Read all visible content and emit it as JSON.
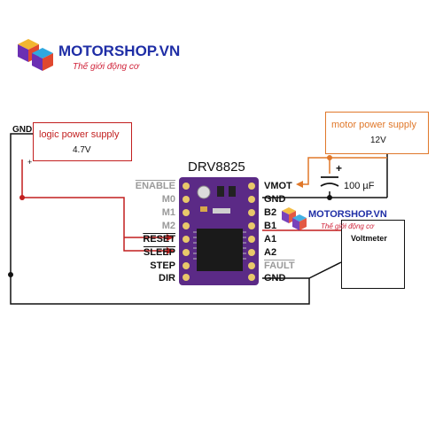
{
  "brand": {
    "name": "MOTORSHOP.VN",
    "tagline": "Thế giới động cơ",
    "logo_colors": [
      "#6b2fb3",
      "#e0482f",
      "#2fa8e0",
      "#f2b631"
    ]
  },
  "watermark": {
    "name": "MOTORSHOP.VN",
    "tagline": "Thế giới động cơ"
  },
  "diagram": {
    "chip_title": "DRV8825",
    "gnd_left": "GND",
    "logic_supply": {
      "title": "logic power supply",
      "voltage": "4.7V",
      "plus": "+"
    },
    "motor_supply": {
      "title": "motor power supply",
      "voltage": "12V"
    },
    "capacitor": {
      "plus": "+",
      "value": "100 µF"
    },
    "voltmeter": "Voltmeter",
    "left_pins": [
      {
        "label": "ENABLE",
        "style": "gray",
        "overline": true
      },
      {
        "label": "M0",
        "style": "gray",
        "overline": false
      },
      {
        "label": "M1",
        "style": "gray",
        "overline": false
      },
      {
        "label": "M2",
        "style": "gray",
        "overline": false
      },
      {
        "label": "RESET",
        "style": "dark",
        "overline": true
      },
      {
        "label": "SLEEP",
        "style": "dark",
        "overline": true
      },
      {
        "label": "STEP",
        "style": "dark",
        "overline": false
      },
      {
        "label": "DIR",
        "style": "dark",
        "overline": false
      }
    ],
    "right_pins": [
      {
        "label": "VMOT",
        "style": "dark",
        "overline": false
      },
      {
        "label": "GND",
        "style": "dark",
        "overline": false
      },
      {
        "label": "B2",
        "style": "dark",
        "overline": false
      },
      {
        "label": "B1",
        "style": "dark",
        "overline": false
      },
      {
        "label": "A1",
        "style": "dark",
        "overline": false
      },
      {
        "label": "A2",
        "style": "dark",
        "overline": false
      },
      {
        "label": "FAULT",
        "style": "gray",
        "overline": true
      },
      {
        "label": "GND",
        "style": "dark",
        "overline": false
      }
    ],
    "colors": {
      "logic": "#c21f1f",
      "motor": "#e0782a",
      "ground": "#111111",
      "board": "#5b2a86"
    }
  }
}
